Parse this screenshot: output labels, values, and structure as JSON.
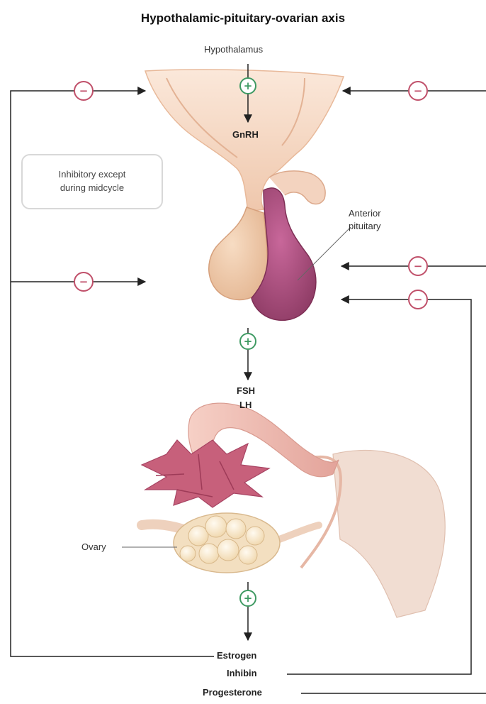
{
  "title": "Hypothalamic-pituitary-ovarian axis",
  "labels": {
    "hypothalamus": "Hypothalamus",
    "gnrh": "GnRH",
    "anterior_pituitary_line1": "Anterior",
    "anterior_pituitary_line2": "pituitary",
    "fsh": "FSH",
    "lh": "LH",
    "ovary": "Ovary",
    "estrogen": "Estrogen",
    "inhibin": "Inhibin",
    "progesterone": "Progesterone"
  },
  "note": {
    "line1": "Inhibitory except",
    "line2": "during midcycle"
  },
  "symbols": {
    "stimulatory": "+",
    "inhibitory": "−"
  },
  "colors": {
    "stimulatory": "#3f9a63",
    "inhibitory": "#c0506a",
    "pituitary_anterior": "#b24f7e",
    "tissue": "#f2cfb4"
  }
}
